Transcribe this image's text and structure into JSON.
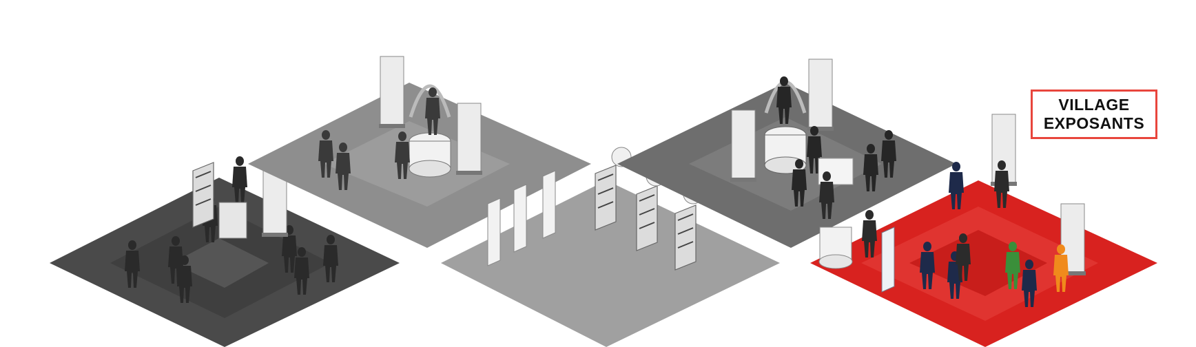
{
  "label": {
    "line1": "VILLAGE",
    "line2": "EXPOSANTS"
  },
  "colors": {
    "background": "#ffffff",
    "zone_dark": "#4a4a4a",
    "zone_mid": "#8c8c8c",
    "zone_light": "#9a9a9a",
    "zone_gray": "#6e6e6e",
    "zone_highlight": "#d8221f",
    "label_border": "#e8453c"
  },
  "zones": [
    {
      "name": "zone-dark-left",
      "highlighted": false
    },
    {
      "name": "zone-gray-top-left",
      "highlighted": false
    },
    {
      "name": "zone-gray-center",
      "highlighted": false
    },
    {
      "name": "zone-gray-top-right",
      "highlighted": false
    },
    {
      "name": "zone-red-right",
      "highlighted": true
    }
  ]
}
